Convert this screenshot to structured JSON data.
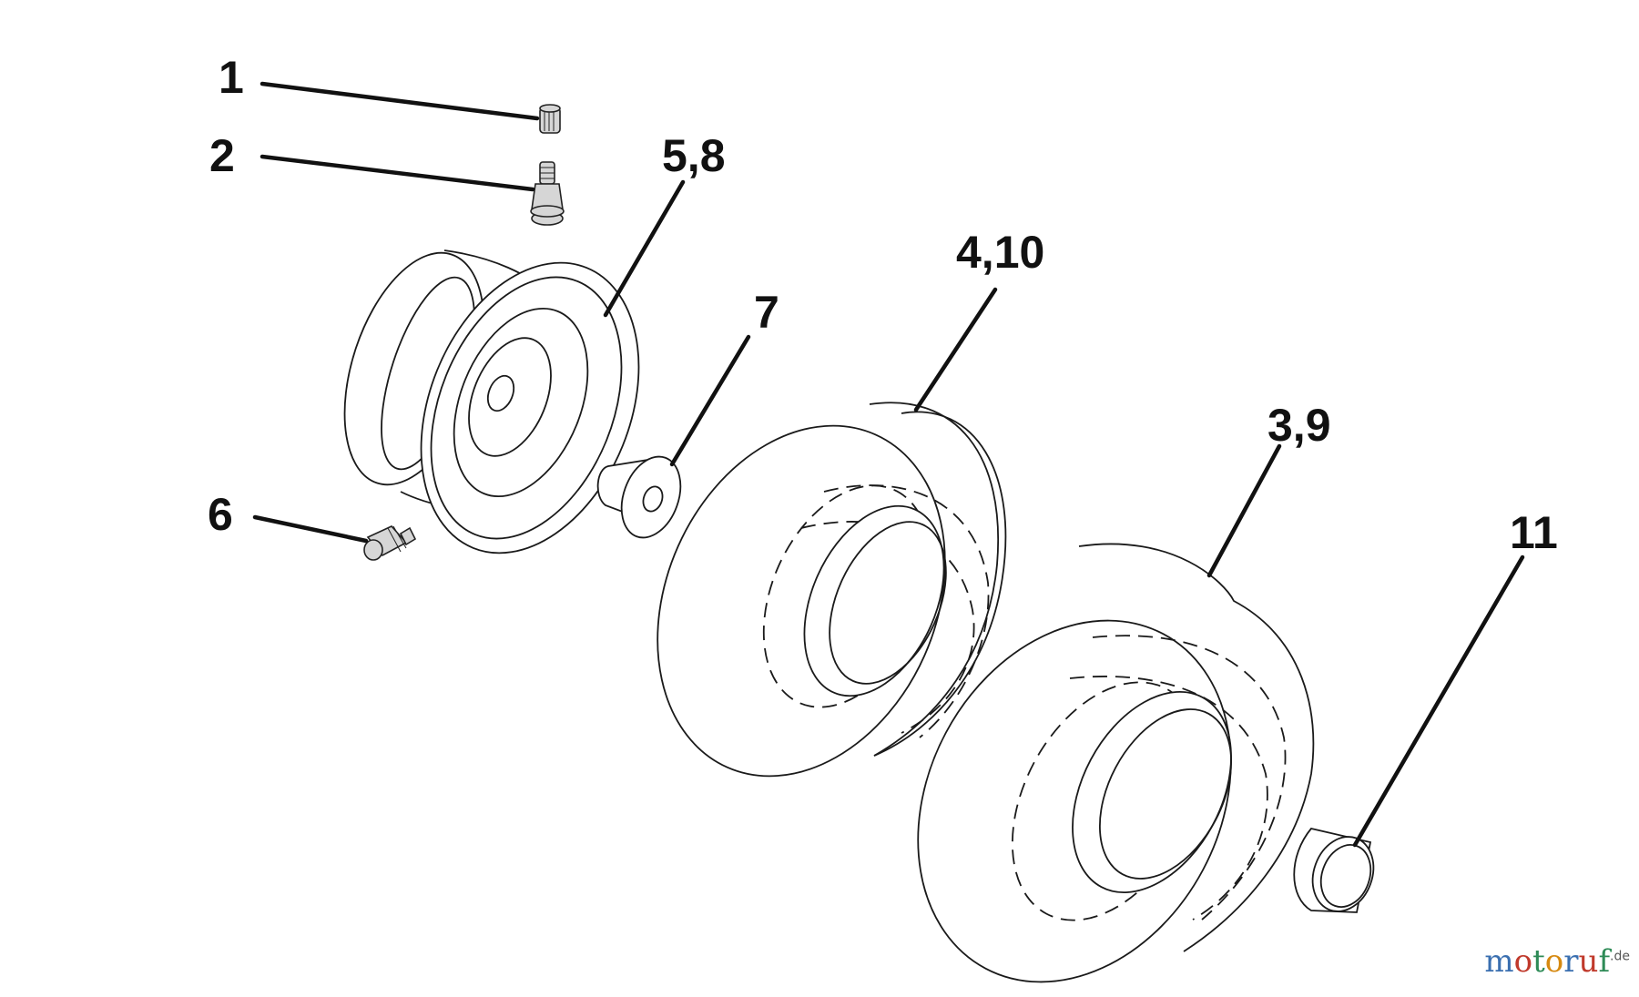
{
  "labels": {
    "p1": "1",
    "p2": "2",
    "p58": "5,8",
    "p7": "7",
    "p410": "4,10",
    "p39": "3,9",
    "p11": "11",
    "p6": "6"
  },
  "watermark": {
    "letters": [
      "m",
      "o",
      "t",
      "o",
      "r",
      "u",
      "f"
    ],
    "suffix": ".de"
  }
}
